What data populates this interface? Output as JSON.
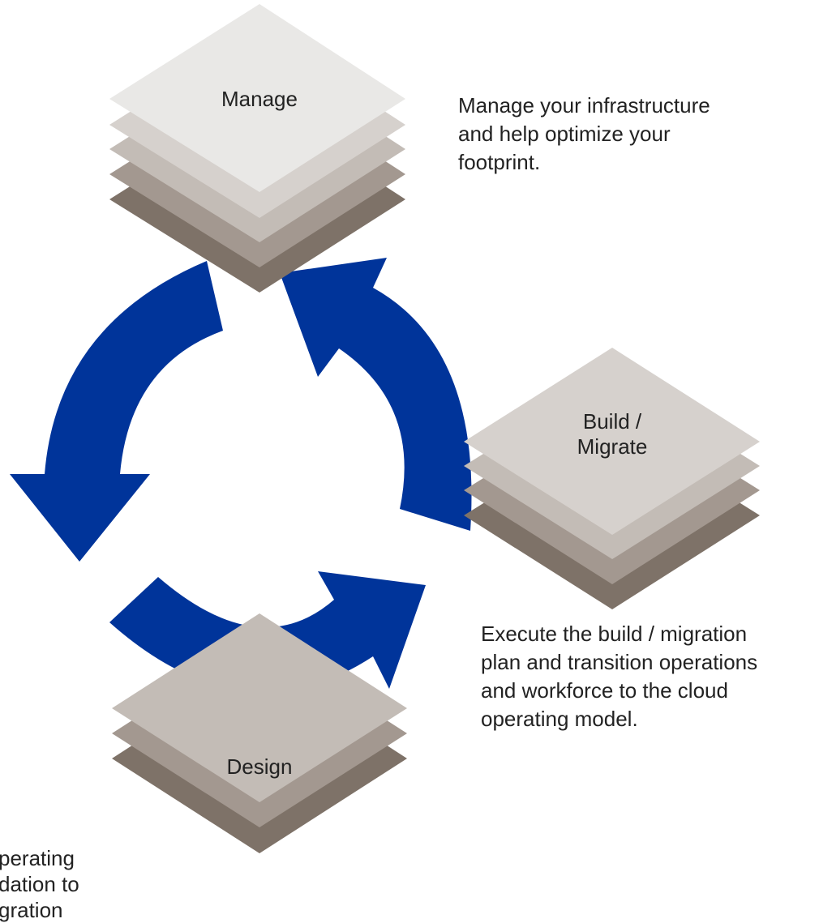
{
  "colors": {
    "arrow": "#00349A",
    "layer_top_light": "#E9E8E6",
    "layer_2": "#D6D1CD",
    "layer_3": "#C3BCB6",
    "layer_4": "#A39890",
    "layer_5": "#7E7268"
  },
  "stages": {
    "manage": {
      "label": "Manage",
      "description": [
        "Manage your infrastructure",
        "and help optimize your",
        "footprint."
      ]
    },
    "build": {
      "label_lines": [
        "Build /",
        "Migrate"
      ],
      "description": [
        "Execute the build / migration",
        "plan and transition operations",
        "and workforce to the cloud",
        "operating model."
      ]
    },
    "design": {
      "label": "Design",
      "description_partial": [
        "perating",
        "dation to",
        "gration"
      ]
    }
  },
  "icons": {
    "cycle_arrows": "circular-arrow-icon",
    "layer_stack": "layer-stack-icon"
  }
}
